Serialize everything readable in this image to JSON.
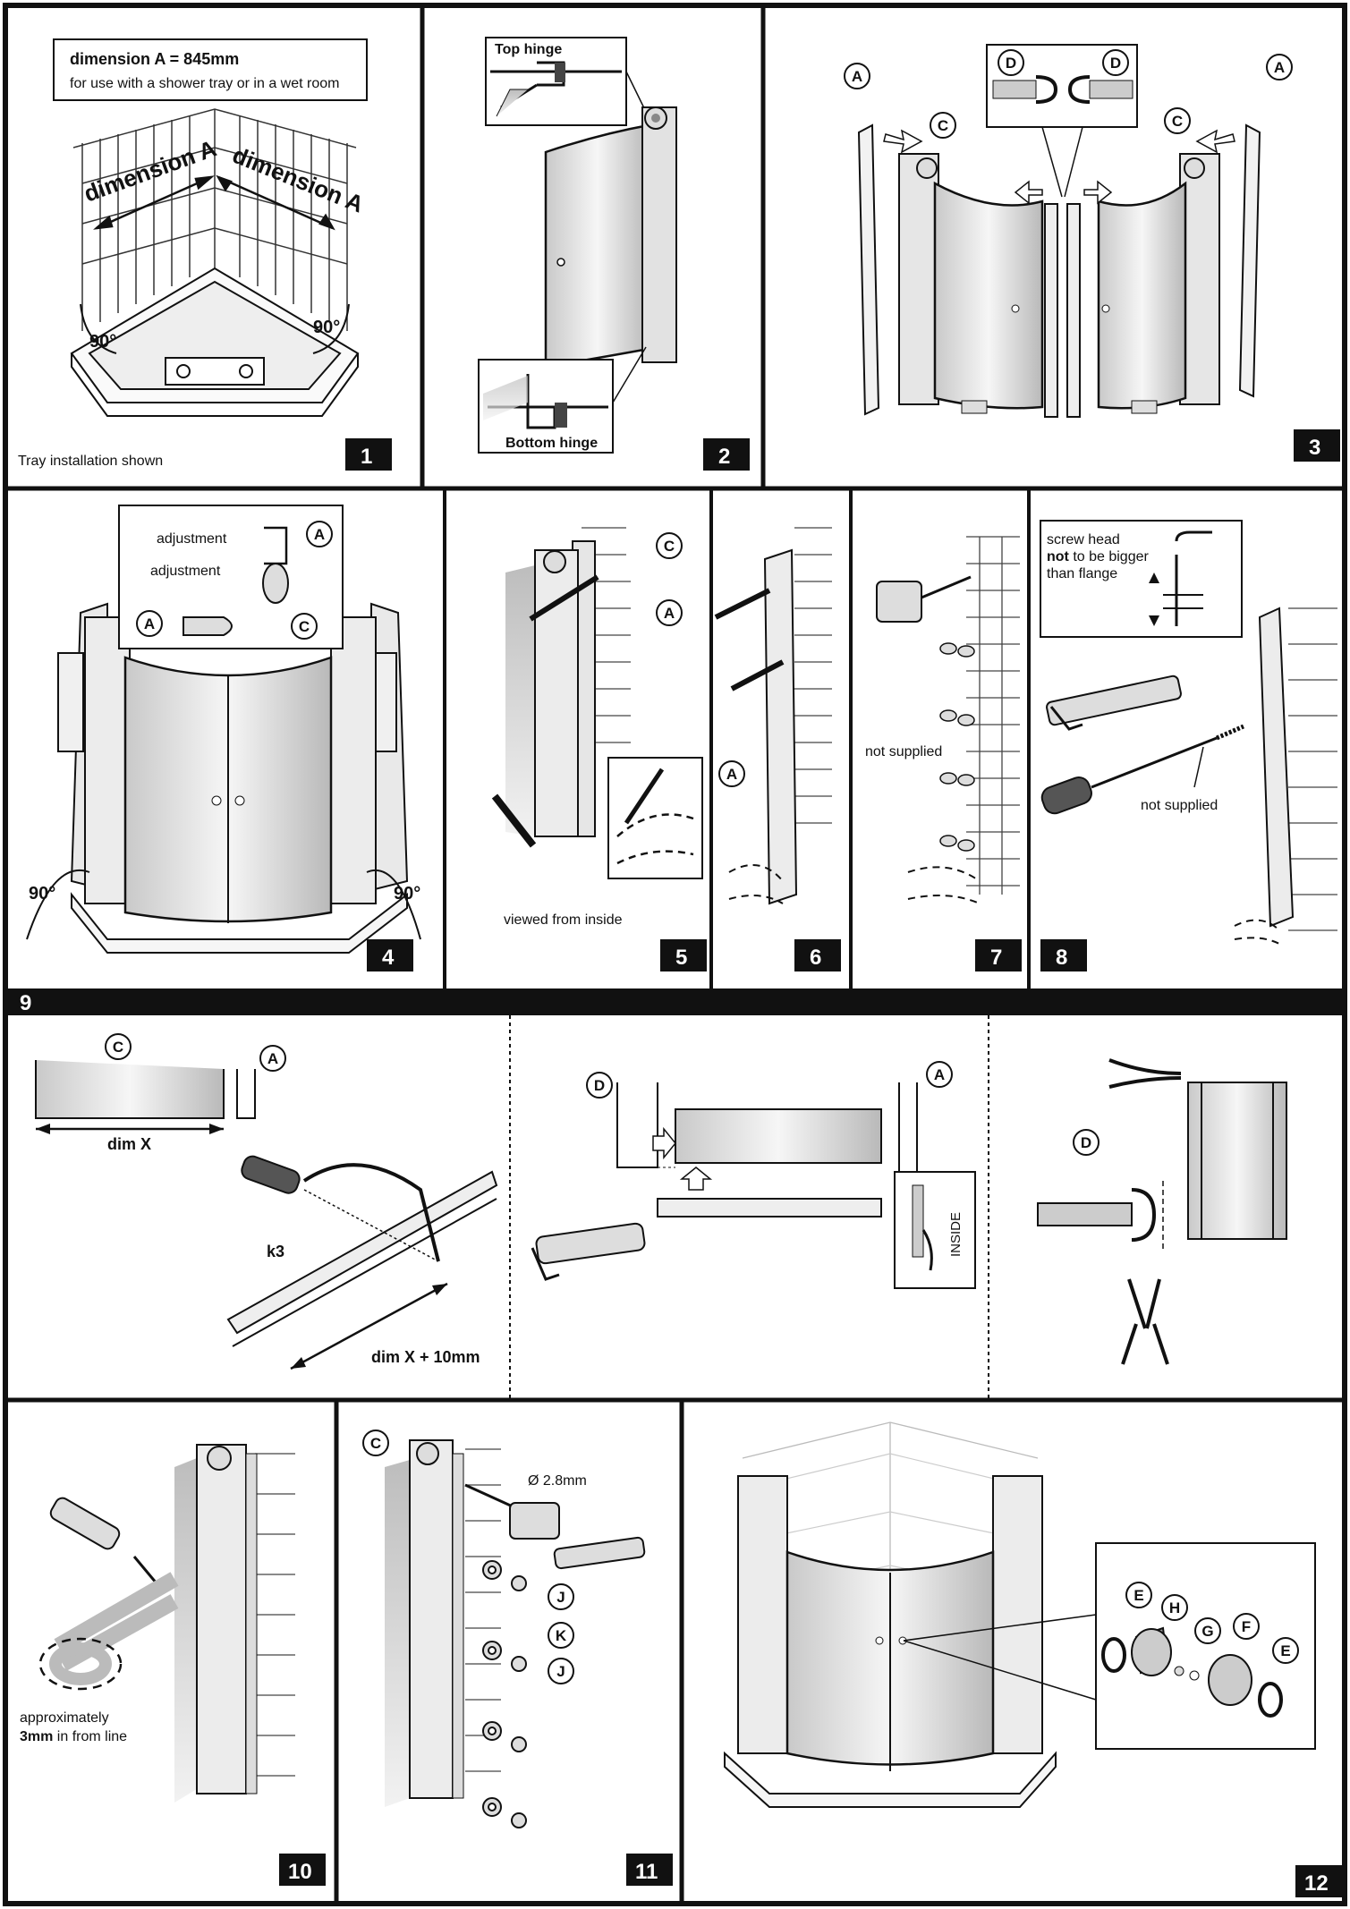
{
  "panel1": {
    "number": "1",
    "box_title": "dimension A = 845mm",
    "box_subtitle": "for use with a shower tray or in a wet room",
    "dim_left": "dimension A",
    "dim_right": "dimension A",
    "angle_left": "90°",
    "angle_right": "90°",
    "caption": "Tray installation shown"
  },
  "panel2": {
    "number": "2",
    "top_label": "Top hinge",
    "bottom_label": "Bottom hinge"
  },
  "panel3": {
    "number": "3",
    "letter_a": "A",
    "letter_c": "C",
    "letter_d": "D"
  },
  "panel4": {
    "number": "4",
    "adjust1": "adjustment",
    "adjust2": "adjustment",
    "letter_a": "A",
    "letter_c": "C",
    "angle_left": "90°",
    "angle_right": "90°"
  },
  "panel5": {
    "number": "5",
    "letter_c": "C",
    "letter_a": "A",
    "caption": "viewed from inside"
  },
  "panel6": {
    "number": "6",
    "letter_a": "A"
  },
  "panel7": {
    "number": "7",
    "note": "not supplied"
  },
  "panel8": {
    "number": "8",
    "box_line1": "screw head",
    "box_line2_bold": "not",
    "box_line2_rest": " to be bigger",
    "box_line3": "than flange",
    "note": "not supplied"
  },
  "panel9": {
    "number": "9",
    "letter_c": "C",
    "letter_a": "A",
    "letter_d": "D",
    "dim_x": "dim X",
    "k3": "k3",
    "dim_x_plus": "dim X + 10mm",
    "inside": "INSIDE"
  },
  "panel10": {
    "number": "10",
    "note_line1": "approximately",
    "note_bold": "3mm",
    "note_rest": " in from line"
  },
  "panel11": {
    "number": "11",
    "letter_c": "C",
    "drill": "Ø 2.8mm",
    "letter_j": "J",
    "letter_k": "K"
  },
  "panel12": {
    "number": "12",
    "letter_e": "E",
    "letter_h": "H",
    "letter_g": "G",
    "letter_f": "F"
  }
}
